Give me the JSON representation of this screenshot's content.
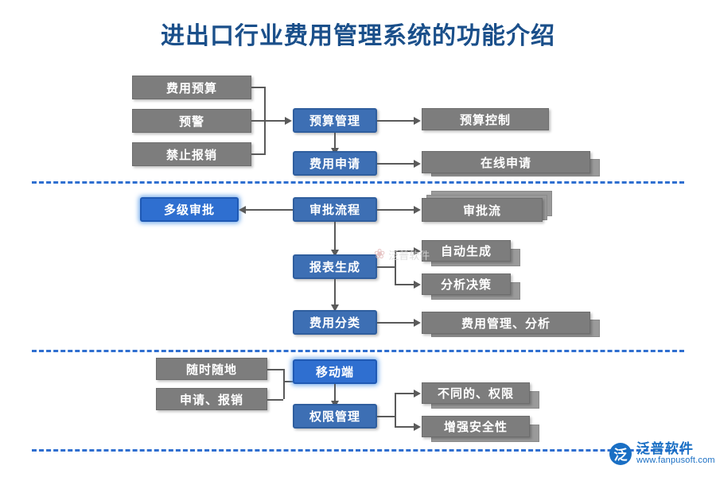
{
  "page": {
    "title": "进出口行业费用管理系统的功能介绍"
  },
  "watermark": {
    "center_text": "泛普软件",
    "logo_mark": "泛",
    "logo_name": "泛普软件",
    "logo_url": "www.fanpusoft.com"
  },
  "nodes": {
    "budget_input": "费用预算",
    "warning_input": "预警",
    "forbid_input": "禁止报销",
    "budget_manage": "预算管理",
    "budget_control": "预算控制",
    "expense_apply": "费用申请",
    "online_apply": "在线申请",
    "multi_approval": "多级审批",
    "approval_flow": "审批流程",
    "approval_stream": "审批流",
    "report_generate": "报表生成",
    "auto_generate": "自动生成",
    "analysis_decision": "分析决策",
    "expense_category": "费用分类",
    "expense_manage_analysis": "费用管理、分析",
    "anytime_anywhere": "随时随地",
    "apply_reimburse": "申请、报销",
    "mobile_terminal": "移动端",
    "permission_manage": "权限管理",
    "different_permission": "不同的、权限",
    "enhance_security": "增强安全性"
  },
  "colors": {
    "title": "#1a4f8a",
    "gray_box": "#7d7d7d",
    "blue_box": "#3d6fb4",
    "highlight_box": "#2f6fd0",
    "divider": "#2f6fd0",
    "connector": "#5a5a5a"
  }
}
